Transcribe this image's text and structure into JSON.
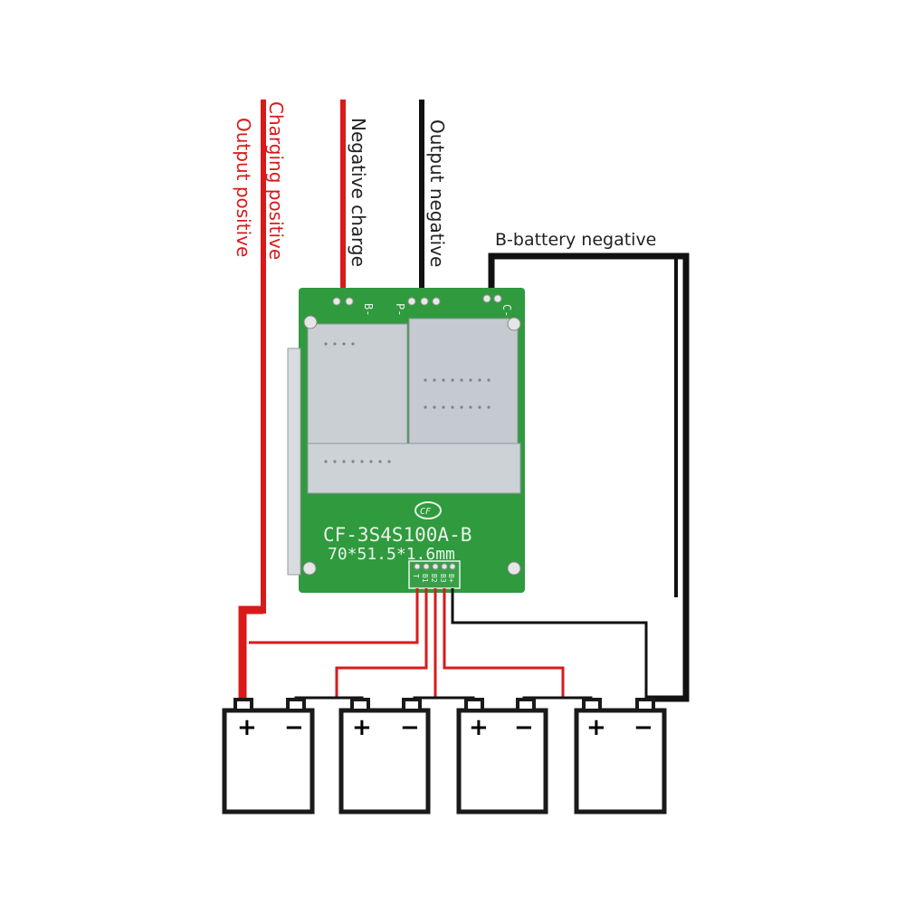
{
  "labels": {
    "charging_positive": "Charging positive",
    "output_positive": "Output positive",
    "negative_charge": "Negative charge",
    "output_negative": "Output negative",
    "b_battery_negative": "B-battery negative"
  },
  "board": {
    "model": "CF-3S4S100A-B",
    "dimensions": "70*51.5*1.6mm",
    "logo": "CF",
    "pad_labels": [
      "B-",
      "P-",
      "C-"
    ],
    "balance_labels": [
      "T",
      "B1",
      "B2",
      "B3",
      "B+"
    ]
  },
  "batteries": [
    {
      "plus": "+",
      "minus": "−"
    },
    {
      "plus": "+",
      "minus": "−"
    },
    {
      "plus": "+",
      "minus": "−"
    },
    {
      "plus": "+",
      "minus": "−"
    }
  ],
  "colors": {
    "positive_wire": "#d91a1a",
    "negative_wire": "#111111",
    "pcb_green": "#2f9a3e",
    "heatsink": "#c9cfd3",
    "battery_outline": "#1a1a1a"
  }
}
